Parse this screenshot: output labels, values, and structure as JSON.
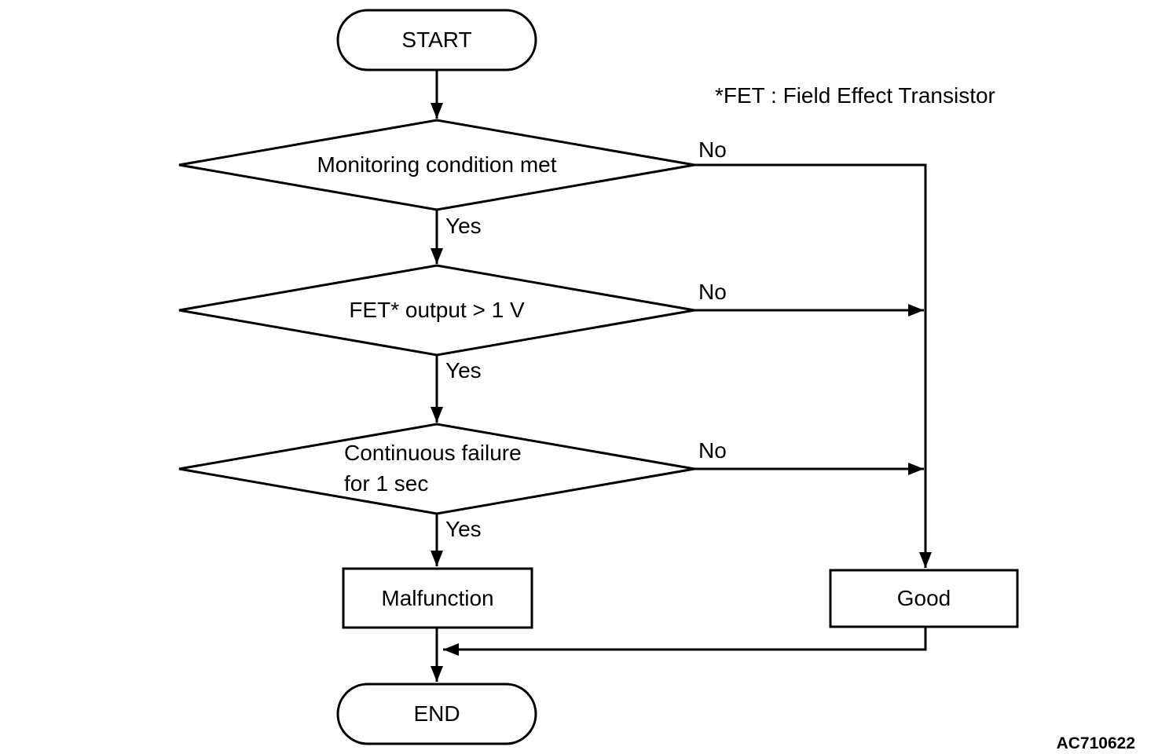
{
  "flowchart": {
    "note": "*FET : Field Effect Transistor",
    "figure_code": "AC710622",
    "nodes": {
      "start": "START",
      "decision1": "Monitoring condition met",
      "decision2": "FET* output > 1 V",
      "decision3_line1": "Continuous failure",
      "decision3_line2": "for 1 sec",
      "malfunction": "Malfunction",
      "good": "Good",
      "end": "END"
    },
    "edges": {
      "decision1_yes": "Yes",
      "decision1_no": "No",
      "decision2_yes": "Yes",
      "decision2_no": "No",
      "decision3_yes": "Yes",
      "decision3_no": "No"
    },
    "colors": {
      "stroke": "#000000",
      "background": "#ffffff"
    }
  }
}
